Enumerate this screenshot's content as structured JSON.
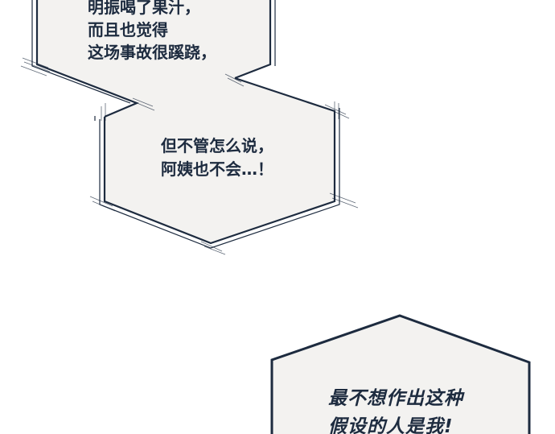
{
  "colors": {
    "page_background": "#ffffff",
    "bubble_fill": "#f3f2f0",
    "outline": "#1d2b3f"
  },
  "bubbles": [
    {
      "shape": "hexagon",
      "lines": [
        "明振喝了果汁，",
        "而且也觉得",
        "这场事故很蹊跷，"
      ]
    },
    {
      "shape": "hexagon",
      "lines": [
        "但不管怎么说，",
        "阿姨也不会…！"
      ]
    },
    {
      "shape": "hexagon",
      "lines": [
        "最不想作出这种",
        "假设的人是我!"
      ]
    }
  ]
}
